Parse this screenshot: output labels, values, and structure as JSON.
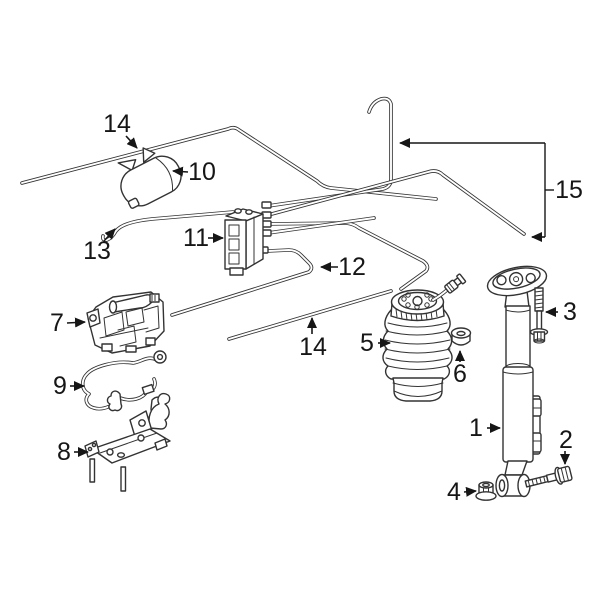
{
  "diagram": {
    "background": "#ffffff",
    "line_color": "#333333",
    "label_color": "#161616",
    "callouts": [
      {
        "label": "14"
      },
      {
        "label": "10"
      },
      {
        "label": "13"
      },
      {
        "label": "11"
      },
      {
        "label": "12"
      },
      {
        "label": "14"
      },
      {
        "label": "15"
      },
      {
        "label": "7"
      },
      {
        "label": "9"
      },
      {
        "label": "8"
      },
      {
        "label": "5"
      },
      {
        "label": "6"
      },
      {
        "label": "3"
      },
      {
        "label": "1"
      },
      {
        "label": "2"
      },
      {
        "label": "4"
      }
    ]
  }
}
